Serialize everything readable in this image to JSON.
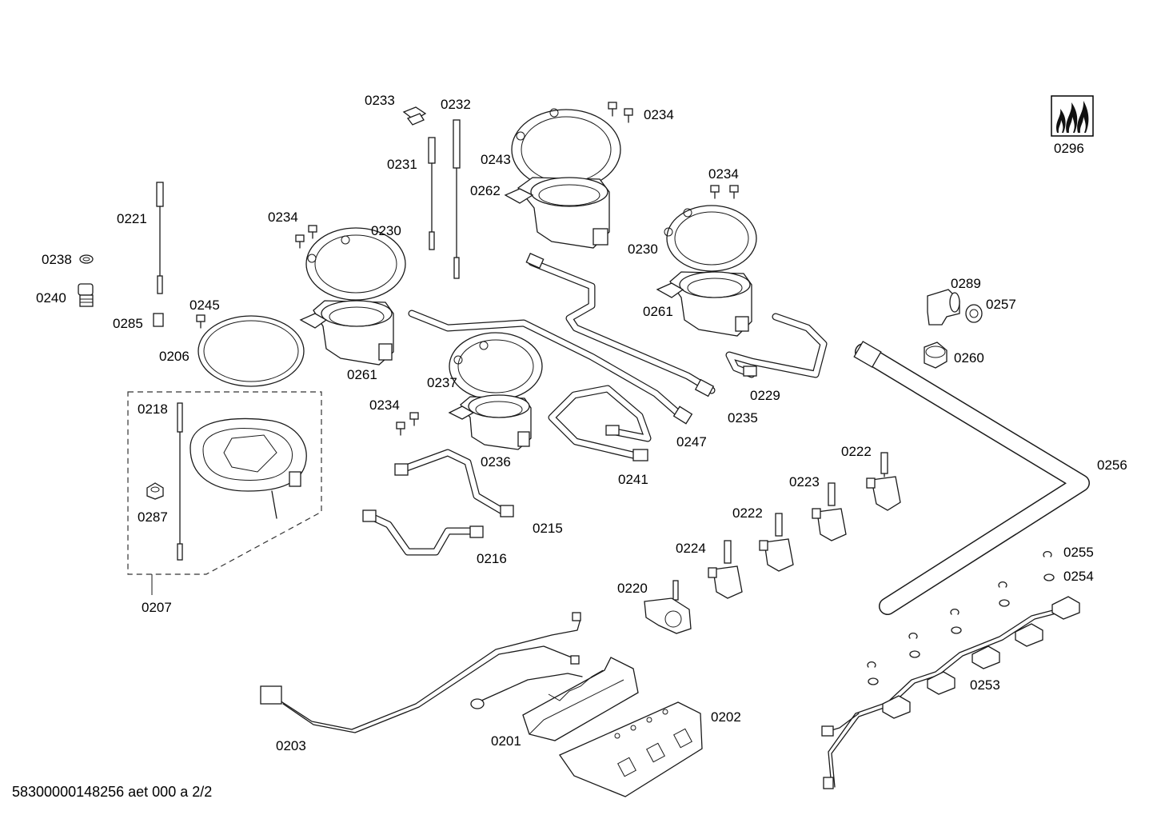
{
  "labels": {
    "l0233": "0233",
    "l0232": "0232",
    "l0234a": "0234",
    "l0243": "0243",
    "l0231": "0231",
    "l0262": "0262",
    "l0234b": "0234",
    "l0296": "0296",
    "l0221": "0221",
    "l0234c": "0234",
    "l0230a": "0230",
    "l0230b": "0230",
    "l0238": "0238",
    "l0240": "0240",
    "l0285": "0285",
    "l0245": "0245",
    "l0261a": "0261",
    "l0261b": "0261",
    "l0289": "0289",
    "l0257": "0257",
    "l0206": "0206",
    "l0237": "0237",
    "l0260": "0260",
    "l0229": "0229",
    "l0218": "0218",
    "l0234d": "0234",
    "l0235": "0235",
    "l0236": "0236",
    "l0247": "0247",
    "l0222a": "0222",
    "l0256": "0256",
    "l0241": "0241",
    "l0223": "0223",
    "l0287": "0287",
    "l0222b": "0222",
    "l0215": "0215",
    "l0224": "0224",
    "l0216": "0216",
    "l0255": "0255",
    "l0254": "0254",
    "l0220": "0220",
    "l0207": "0207",
    "l0253": "0253",
    "l0202": "0202",
    "l0201": "0201",
    "l0203": "0203"
  },
  "footer": "58300000148256 aet 000 a 2/2",
  "icons": {
    "flame_logo": "gas-flame-icon"
  }
}
